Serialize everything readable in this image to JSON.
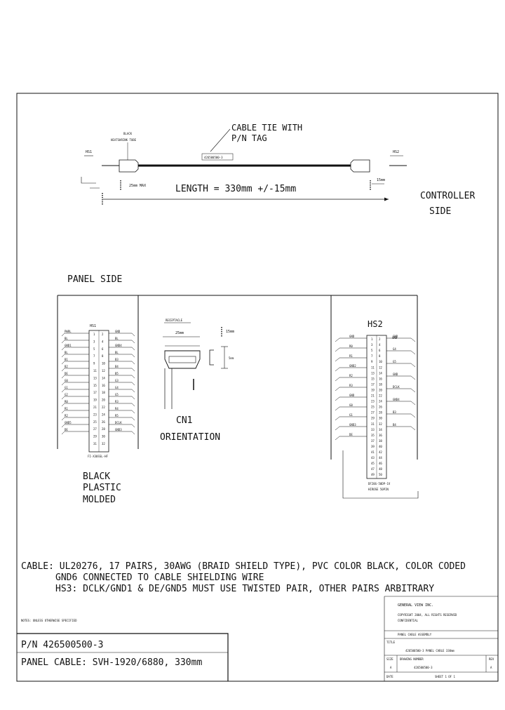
{
  "top_diagram": {
    "connector_left": "HS1",
    "connector_right": "HS2",
    "cable_tie_line1": "CABLE TIE WITH",
    "cable_tie_line2": "P/N TAG",
    "tag_label": "426500500-3",
    "heat_shrink_line1": "BLACK",
    "heat_shrink_line2": "HEATSHRINK TUBE",
    "left_dim": "25mm MAX",
    "right_dim": "15mm",
    "length_label": "LENGTH = 330mm +/-15mm",
    "controller_side_line1": "CONTROLLER",
    "controller_side_line2": "SIDE"
  },
  "panel_side": {
    "label": "PANEL SIDE",
    "connector_label": "HS1",
    "left_signals": [
      "PWRL",
      "BL",
      "GND1",
      "BL",
      "B1",
      "B2",
      "DE",
      "G0",
      "G1",
      "G2",
      "R0",
      "R1",
      "R2",
      "GND5",
      "DE"
    ],
    "right_signals": [
      "GND",
      "BL",
      "GND4",
      "BL",
      "B3",
      "B4",
      "B5",
      "G3",
      "G4",
      "G5",
      "R3",
      "R4",
      "R5",
      "DCLK",
      "GND3"
    ],
    "pins_left": [
      "1",
      "3",
      "5",
      "7",
      "9",
      "11",
      "13",
      "15",
      "17",
      "19",
      "21",
      "23",
      "25",
      "27",
      "29",
      "31"
    ],
    "pins_right": [
      "2",
      "4",
      "6",
      "8",
      "10",
      "12",
      "14",
      "16",
      "18",
      "20",
      "22",
      "24",
      "26",
      "28",
      "30",
      "32"
    ],
    "part_number": "FI-X30SSL-HF",
    "material_line1": "BLACK",
    "material_line2": "PLASTIC",
    "material_line3": "MOLDED"
  },
  "orientation": {
    "top_label": "RECEPTACLE",
    "width_dim": "25mm",
    "height_dim": "5mm",
    "side_dim": "15mm",
    "title_line1": "CN1",
    "title_line2": "ORIENTATION"
  },
  "controller_side_conn": {
    "label": "HS2",
    "right_label": "GND",
    "pins_left": [
      "1",
      "3",
      "5",
      "7",
      "9",
      "11",
      "13",
      "15",
      "17",
      "19",
      "21",
      "23",
      "25",
      "27",
      "29",
      "31",
      "33",
      "35",
      "37",
      "39",
      "41",
      "43",
      "45",
      "47",
      "49"
    ],
    "pins_right": [
      "2",
      "4",
      "6",
      "8",
      "10",
      "12",
      "14",
      "16",
      "18",
      "20",
      "22",
      "24",
      "26",
      "28",
      "30",
      "32",
      "34",
      "36",
      "38",
      "40",
      "42",
      "44",
      "46",
      "48",
      "50"
    ],
    "left_signals": [
      "GND",
      "R0",
      "R1",
      "GND2",
      "R2",
      "R3",
      "GND",
      "G0",
      "G1",
      "GND3",
      "DE"
    ],
    "right_signals": [
      "GND",
      "G4",
      "G5",
      "GND",
      "DCLK",
      "GND4",
      "B3",
      "B4"
    ],
    "part_line1": "DF20G-50DP-1V",
    "part_line2": "HIROSE 50PIN"
  },
  "notes": {
    "line1": "CABLE: UL20276, 17 PAIRS, 30AWG (BRAID SHIELD TYPE), PVC COLOR BLACK, COLOR CODED",
    "line2": "GND6 CONNECTED TO CABLE SHIELDING WIRE",
    "line3": "HS3: DCLK/GND1 & DE/GND5 MUST USE TWISTED PAIR, OTHER PAIRS ARBITRARY",
    "small": "NOTES: UNLESS OTHERWISE SPECIFIED"
  },
  "title_block": {
    "pn": "P/N 426500500-3",
    "desc": "PANEL CABLE: SVH-1920/6880, 330mm",
    "company": "GENERAL VIEW INC.",
    "rights_line1": "COPYRIGHT 2004, ALL RIGHTS RESERVED",
    "rights_line2": "CONFIDENTIAL",
    "title_row": "PANEL CABLE ASSEMBLY",
    "title_label": "TITLE",
    "title_value": "426500500-3 PANEL CABLE 330mm",
    "size_label": "SIZE",
    "size_value": "A",
    "dwg_label": "DRAWING NUMBER",
    "dwg_value": "426500500-3",
    "rev_label": "REV",
    "rev_value": "A",
    "date_label": "DATE",
    "sheet_label": "SHEET 1 OF 1"
  }
}
